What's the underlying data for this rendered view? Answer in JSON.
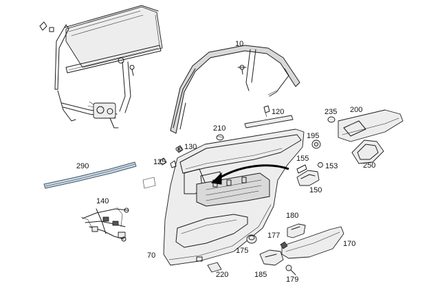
{
  "callouts": {
    "c10": "10",
    "c70": "70",
    "c120": "120",
    "c125": "125",
    "c130": "130",
    "c140": "140",
    "c150": "150",
    "c153": "153",
    "c155": "155",
    "c170": "170",
    "c175": "175",
    "c177": "177",
    "c179": "179",
    "c180": "180",
    "c185": "185",
    "c195": "195",
    "c200": "200",
    "c210": "210",
    "c220": "220",
    "c235": "235",
    "c250": "250",
    "c290": "290"
  },
  "colors": {
    "line": "#1a1a1a",
    "shade": "#d9d9d9",
    "seal_strip": "#c9d9e6",
    "background": "#ffffff"
  }
}
